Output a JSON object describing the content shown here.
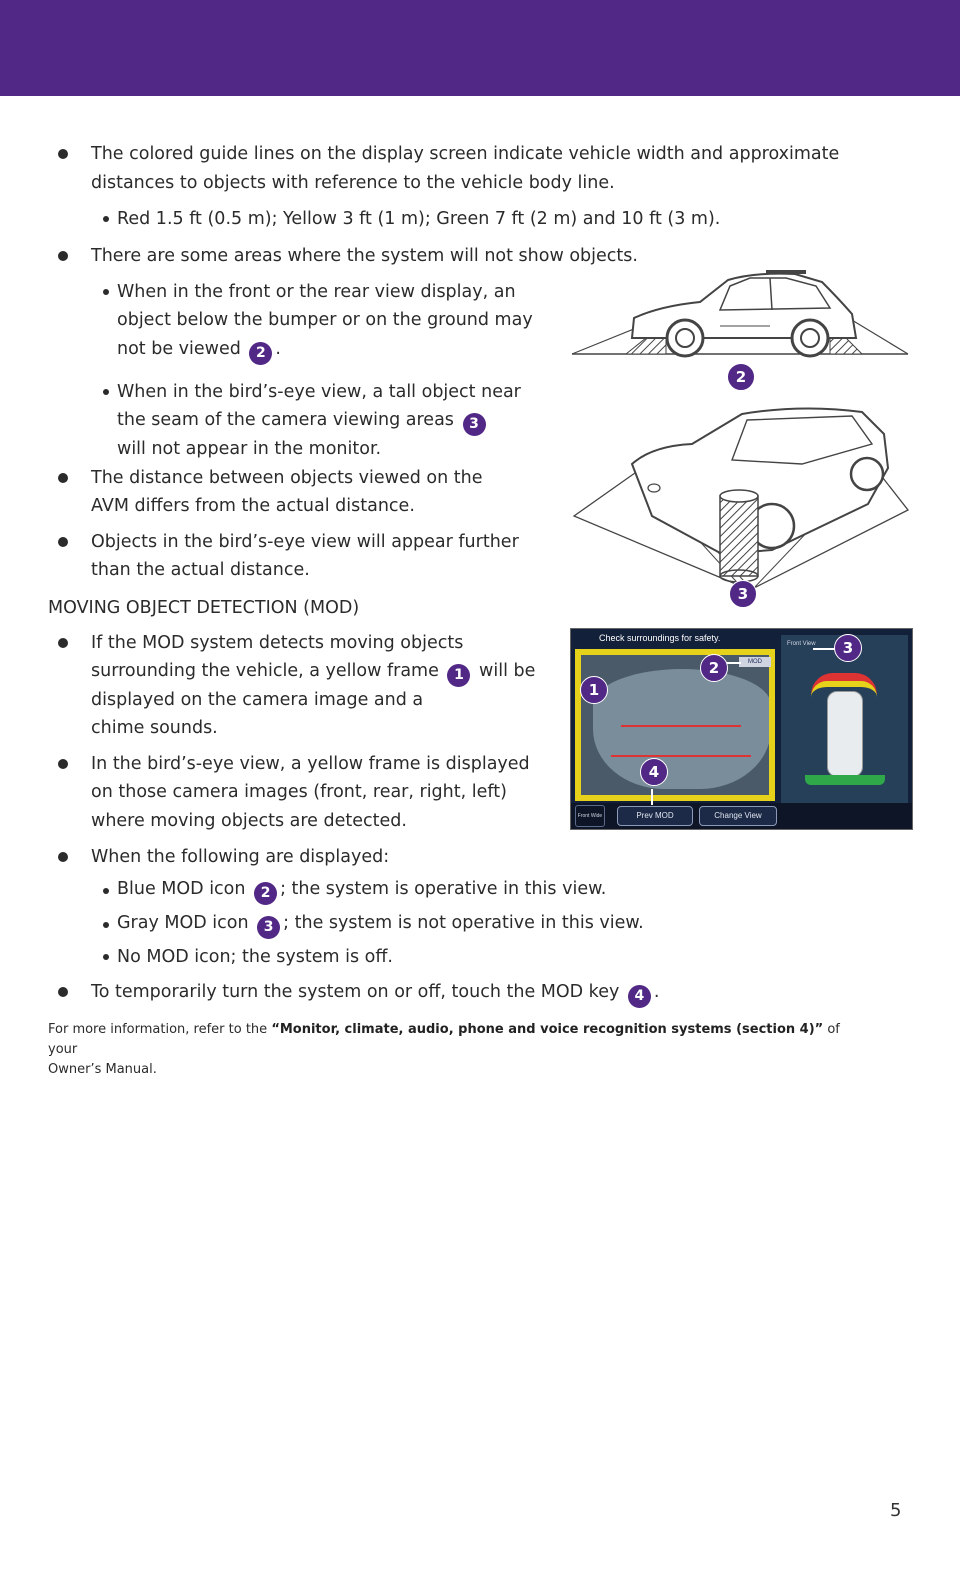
{
  "p1": "The colored guide lines on the display screen indicate vehicle width and approximate",
  "p1b": "distances to objects with reference to the vehicle body line.",
  "p1_sub": "Red 1.5 ft (0.5 m); Yellow 3 ft (1 m); Green 7 ft (2 m) and 10 ft (3 m).",
  "p2": "There are some areas where the system will not show objects.",
  "p2_sub1_a": "When in the front or the rear view display, an",
  "p2_sub1_b": "object below the bumper or on the ground may",
  "p2_sub1_c": "not be viewed",
  "p2_sub2_a": "When in the bird’s-eye view, a tall object near",
  "p2_sub2_b": "the seam of the camera viewing areas",
  "p2_sub2_c": "will not appear in the monitor.",
  "p3a": "The distance between objects viewed on the",
  "p3b": "AVM differs from the actual distance.",
  "p4a": "Objects in the bird’s-eye view will appear further",
  "p4b": "than the actual distance.",
  "mod_heading": "MOVING OBJECT DETECTION (MOD)",
  "p5a": "If the MOD system detects moving objects",
  "p5b_pre": "surrounding the vehicle, a yellow frame",
  "p5b_post": "will be",
  "p5c": "displayed on the camera image and a",
  "p5d": "chime sounds.",
  "p6a": "In the bird’s-eye view, a yellow frame is displayed",
  "p6b": "on those camera images (front, rear, right, left)",
  "p6c": "where moving objects are detected.",
  "p7": "When the following are displayed:",
  "p7_sub1_pre": "Blue MOD icon",
  "p7_sub1_post": "; the system is operative in this view.",
  "p7_sub2_pre": "Gray MOD icon",
  "p7_sub2_post": "; the system is not operative in this view.",
  "p7_sub3": "No MOD icon; the system is off.",
  "p8_pre": "To temporarily turn the system on or off, touch the MOD key",
  "p8_post": ".",
  "footnote_pre": "For more information, refer to the ",
  "footnote_bold": "“Monitor, climate, audio, phone and voice recognition systems (section 4)”",
  "footnote_post": " of your",
  "footnote_line2": "Owner’s Manual.",
  "page_number": "5",
  "screen": {
    "banner": "Check surroundings for safety.",
    "mod_label": "MOD",
    "view_label": "Front View",
    "cam_button": "Front Wide",
    "mod_button": "Prev MOD",
    "view_button": "Change View"
  },
  "callouts": {
    "n1": "1",
    "n2": "2",
    "n3": "3",
    "n4": "4",
    "dot": "."
  },
  "colors": {
    "brand": "#522886",
    "mod_frame": "#e6d21a"
  }
}
